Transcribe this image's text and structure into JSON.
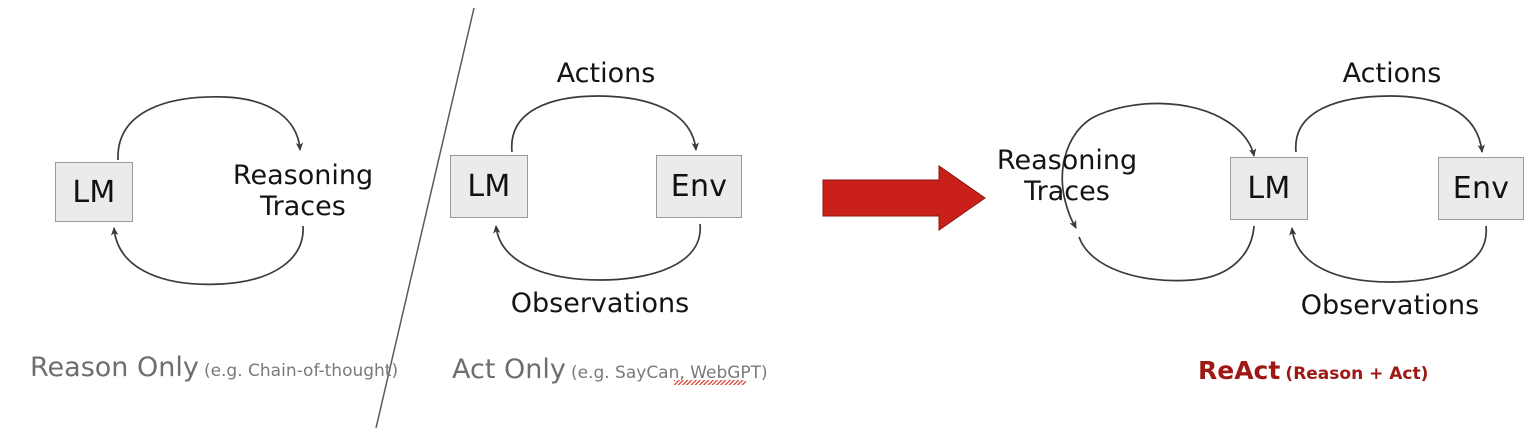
{
  "figure": {
    "title": "ReAct: Reason + Act comparison diagram",
    "background_color": "#ffffff",
    "node_fill_color": "#ebebeb",
    "node_border_color": "#9a9a9a",
    "arrow_color": "#3a3a3a",
    "accent_color": "#c9201a",
    "react_text_color": "#9e1915",
    "caption_color": "#6e6e6e"
  },
  "panels": [
    {
      "id": "reason-only",
      "nodes": [
        {
          "id": "lm",
          "label": "LM"
        }
      ],
      "edge_labels": [
        {
          "id": "reasoning-traces",
          "line1": "Reasoning",
          "line2": "Traces"
        }
      ],
      "caption": {
        "main": "Reason Only",
        "sub": "(e.g. Chain-of-thought)",
        "spellcheck_underline": false
      }
    },
    {
      "id": "act-only",
      "nodes": [
        {
          "id": "lm",
          "label": "LM"
        },
        {
          "id": "env",
          "label": "Env"
        }
      ],
      "edge_labels": [
        {
          "id": "actions",
          "line1": "Actions",
          "line2": ""
        },
        {
          "id": "observations",
          "line1": "Observations",
          "line2": ""
        }
      ],
      "caption": {
        "main": "Act Only",
        "sub": "(e.g. SayCan, WebGPT)",
        "spellcheck_underline": true
      }
    },
    {
      "id": "react",
      "nodes": [
        {
          "id": "lm",
          "label": "LM"
        },
        {
          "id": "env",
          "label": "Env"
        }
      ],
      "edge_labels": [
        {
          "id": "reasoning-traces",
          "line1": "Reasoning",
          "line2": "Traces"
        },
        {
          "id": "actions",
          "line1": "Actions",
          "line2": ""
        },
        {
          "id": "observations",
          "line1": "Observations",
          "line2": ""
        }
      ],
      "caption": {
        "main": "ReAct",
        "sub": "(Reason + Act)",
        "spellcheck_underline": false
      }
    }
  ],
  "connector": {
    "id": "red-transform-arrow",
    "shape": "block-arrow-right",
    "color": "#c9201a"
  },
  "divider": {
    "id": "diagonal-separator",
    "color": "#5a5a5a"
  }
}
